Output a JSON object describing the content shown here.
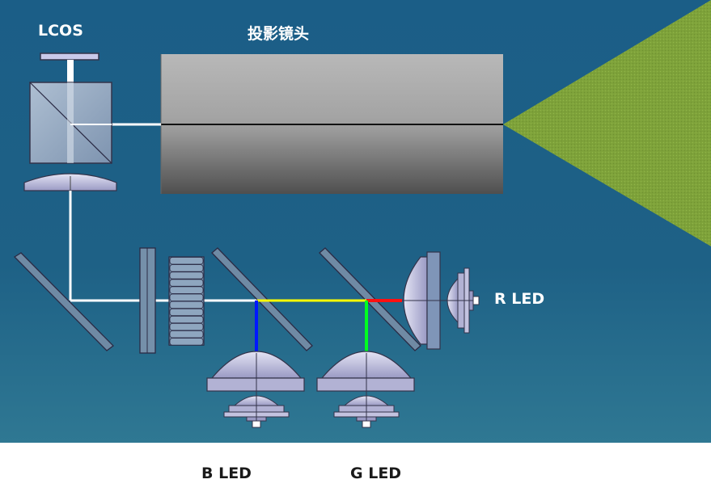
{
  "labels": {
    "lcos": "LCOS",
    "projection_lens": "投影镜头",
    "r_led": "R LED",
    "b_led": "B LED",
    "g_led": "G LED"
  },
  "colors": {
    "background": "#1c5f86",
    "beam_white": "#ffffff",
    "beam_yellow": "#ffff00",
    "beam_blue": "#0018ff",
    "beam_green": "#00ff20",
    "beam_red": "#ff1010",
    "projection_cone": "#7ea23a",
    "lens_body": "#a7a7a7"
  }
}
